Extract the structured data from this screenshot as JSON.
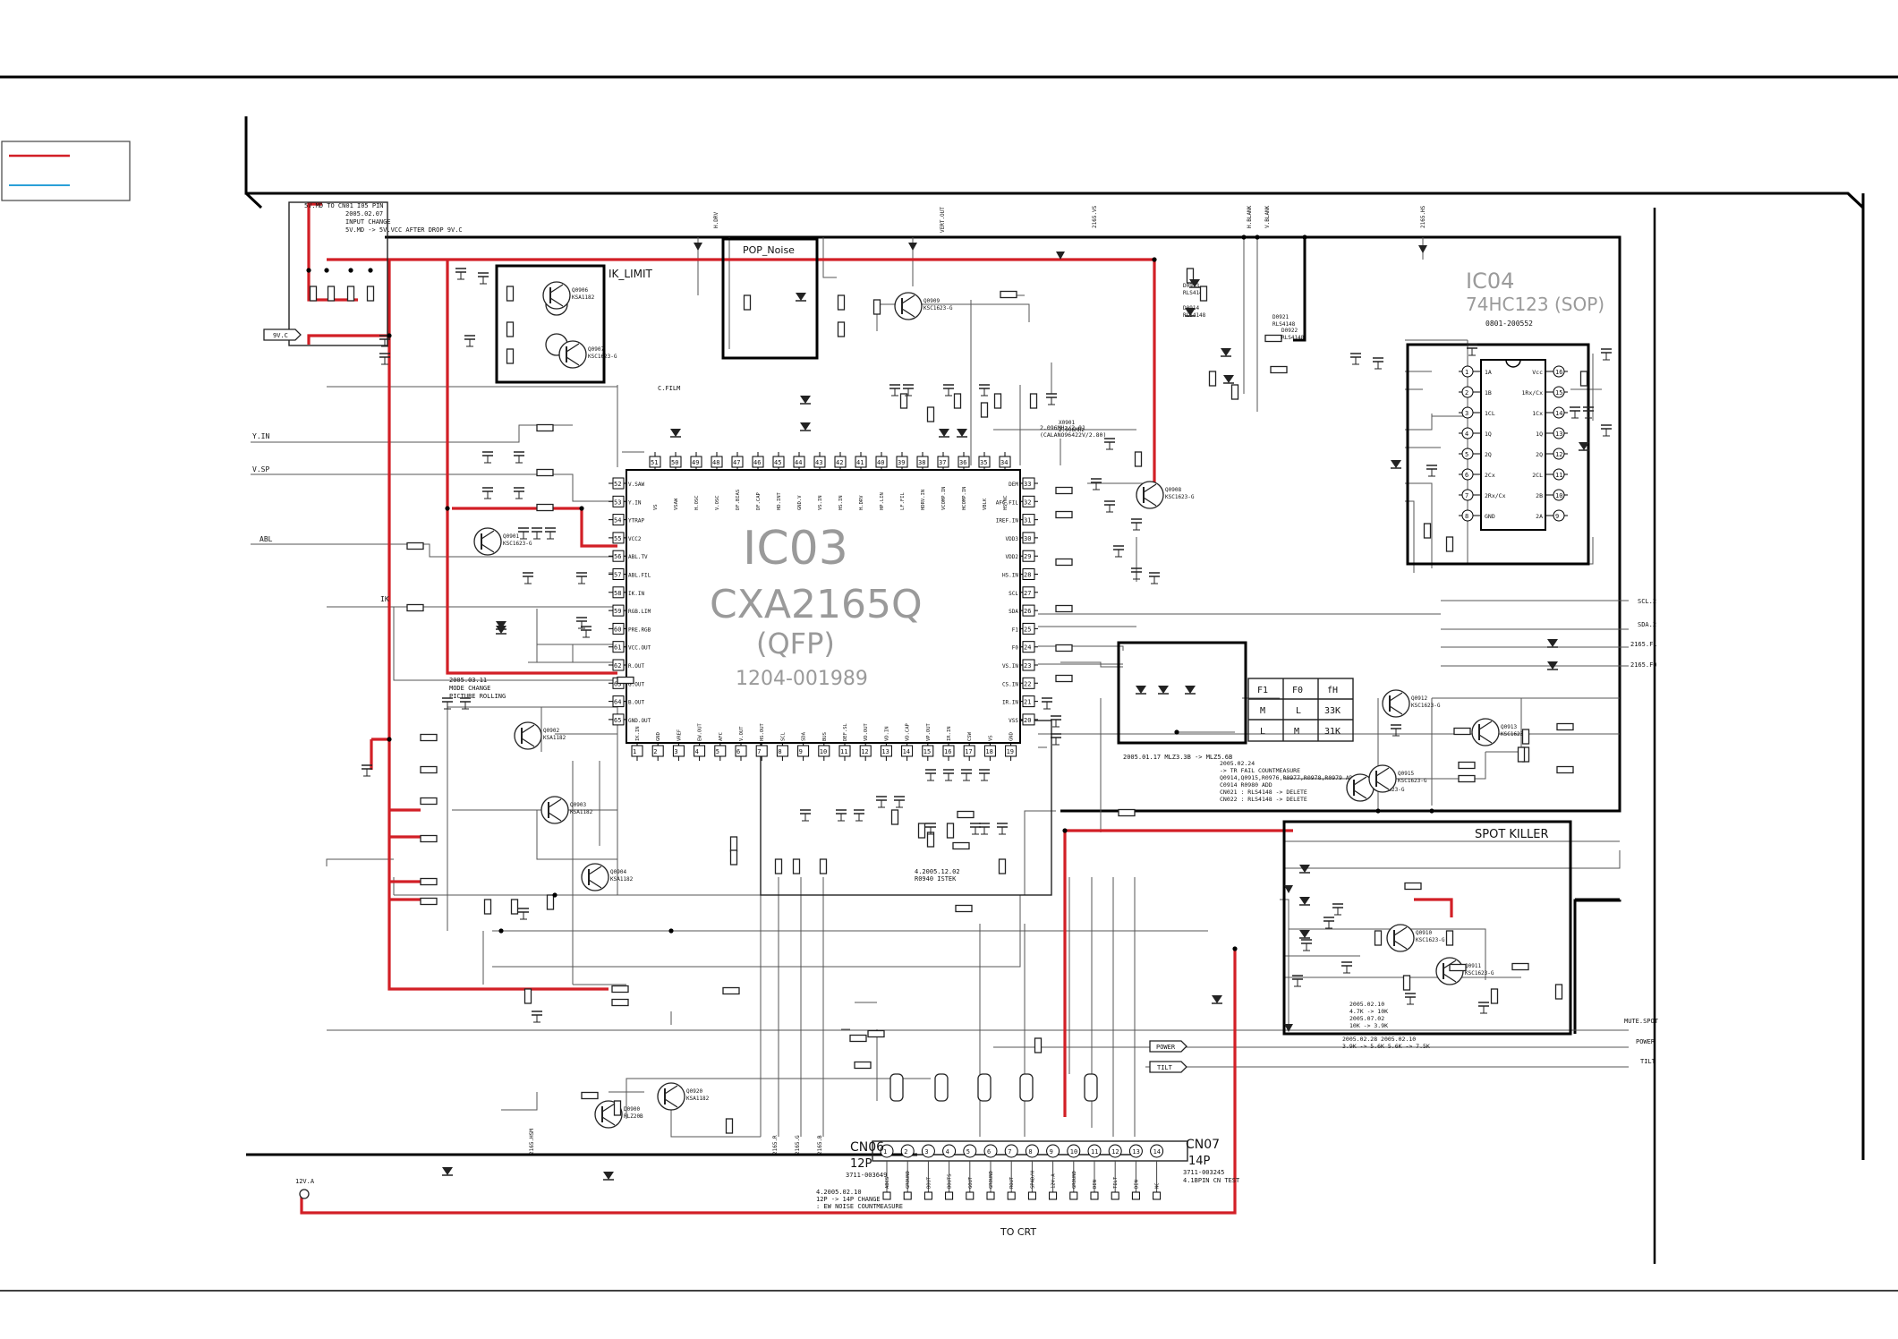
{
  "legend": {
    "red_color": "#d21f26",
    "blue_color": "#2aa0d8"
  },
  "ic03": {
    "name": "IC03",
    "part": "CXA2165Q",
    "package": "(QFP)",
    "code": "1204-001989",
    "left_pins": [
      {
        "n": "52",
        "label": "V.SAW"
      },
      {
        "n": "53",
        "label": "Y.IN"
      },
      {
        "n": "54",
        "label": "YTRAP"
      },
      {
        "n": "55",
        "label": "VCC2"
      },
      {
        "n": "56",
        "label": "ABL.TV"
      },
      {
        "n": "57",
        "label": "ABL.FIL"
      },
      {
        "n": "58",
        "label": "IK.IN"
      },
      {
        "n": "59",
        "label": "RGB.LIM"
      },
      {
        "n": "60",
        "label": "PRE.RGB"
      },
      {
        "n": "61",
        "label": "VCC.OUT"
      },
      {
        "n": "62",
        "label": "R.OUT"
      },
      {
        "n": "63",
        "label": "G.OUT"
      },
      {
        "n": "64",
        "label": "B.OUT"
      },
      {
        "n": "65",
        "label": "GND.OUT"
      }
    ],
    "right_pins": [
      {
        "n": "33",
        "label": "DEM"
      },
      {
        "n": "32",
        "label": "AFC.FIL"
      },
      {
        "n": "31",
        "label": "IREF.IN"
      },
      {
        "n": "30",
        "label": "VDD3"
      },
      {
        "n": "29",
        "label": "VDD2"
      },
      {
        "n": "28",
        "label": "HS.IN"
      },
      {
        "n": "27",
        "label": "SCL"
      },
      {
        "n": "26",
        "label": "SDA"
      },
      {
        "n": "25",
        "label": "F1"
      },
      {
        "n": "24",
        "label": "F0"
      },
      {
        "n": "23",
        "label": "VS.IN"
      },
      {
        "n": "22",
        "label": "CS.IN"
      },
      {
        "n": "21",
        "label": "IR.IN"
      },
      {
        "n": "20",
        "label": "VSS"
      }
    ],
    "top_pins": [
      "51",
      "50",
      "49",
      "48",
      "47",
      "46",
      "45",
      "44",
      "43",
      "42",
      "41",
      "40",
      "39",
      "38",
      "37",
      "36",
      "35",
      "34"
    ],
    "top_labels": [
      "VS",
      "VSAW",
      "H.OSC",
      "V.OSC",
      "DF.BIAS",
      "DF.CAP",
      "HD.INT",
      "GND.V",
      "VS.IN",
      "HS.IN",
      "H.DRV",
      "HP.LIN",
      "LF.FIL",
      "HDRV.IN",
      "VCOMP.IN",
      "HCOMP.IN",
      "VBLK",
      "HSYNC"
    ],
    "bottom_pins": [
      "1",
      "2",
      "3",
      "4",
      "5",
      "6",
      "7",
      "8",
      "9",
      "10",
      "11",
      "12",
      "13",
      "14",
      "15",
      "16",
      "17",
      "18",
      "19"
    ],
    "bottom_labels": [
      "IK.IN",
      "GND",
      "VREF",
      "EW.OUT",
      "AFC",
      "V.OUT",
      "HS.OUT",
      "SCL",
      "SDA",
      "BUS",
      "DEF.SL",
      "VD.OUT",
      "VD.IN",
      "VD.CAP",
      "VP.OUT",
      "IR.IN",
      "CSW",
      "VS",
      "GND"
    ]
  },
  "ic04": {
    "name": "IC04",
    "part": "74HC123 (SOP)",
    "code": "0801-200552",
    "left_pins": [
      {
        "n": "1",
        "label": "1A"
      },
      {
        "n": "2",
        "label": "1B"
      },
      {
        "n": "3",
        "label": "1CL"
      },
      {
        "n": "4",
        "label": "1Q"
      },
      {
        "n": "5",
        "label": "2Q"
      },
      {
        "n": "6",
        "label": "2Cx"
      },
      {
        "n": "7",
        "label": "2Rx/Cx"
      },
      {
        "n": "8",
        "label": "GND"
      }
    ],
    "right_pins": [
      {
        "n": "16",
        "label": "Vcc"
      },
      {
        "n": "15",
        "label": "1Rx/Cx"
      },
      {
        "n": "14",
        "label": "1Cx"
      },
      {
        "n": "13",
        "label": "1Q"
      },
      {
        "n": "12",
        "label": "2Q"
      },
      {
        "n": "11",
        "label": "2CL"
      },
      {
        "n": "10",
        "label": "2B"
      },
      {
        "n": "9",
        "label": "2A"
      }
    ]
  },
  "blocks": {
    "ik_limit": "IK_LIMIT",
    "pop_noise": "POP_Noise",
    "spot_killer": "SPOT KILLER",
    "to_crt": "TO CRT"
  },
  "connectors": {
    "cn06": {
      "name": "CN06",
      "pins": "12P",
      "code": "3711-003649"
    },
    "cn07": {
      "name": "CN07",
      "pins": "14P",
      "code": "3711-003245"
    },
    "pin_labels": [
      "ABCS",
      "GROUND",
      "BOUT",
      "BOUTS",
      "GOUT",
      "GROUND",
      "ROUT",
      "SPAD/H",
      "12V.A",
      "GROUND",
      "DIN",
      "TILT",
      "DIN",
      "NC"
    ],
    "note_cn07": "4.1BPIN CN TEST",
    "note_date": "4.2005.02.10",
    "note_change1": "12P -> 14P CHANGE",
    "note_change2": ": EW NOISE COUNTMEASURE"
  },
  "table_f": {
    "header": [
      "F1",
      "F0",
      "fH"
    ],
    "rows": [
      [
        "M",
        "L",
        "33K"
      ],
      [
        "L",
        "M",
        "31K"
      ]
    ]
  },
  "signals_left": {
    "y_in": "Y.IN",
    "v_sp": "V.SP",
    "abl": "ABL",
    "ik": "IK",
    "v9c": "9V.C",
    "v12a": "12V.A"
  },
  "signals_right": {
    "scl": "SCL.2",
    "sda": "SDA.2",
    "f1": "2165.F1",
    "f0": "2165.F0",
    "mute": "MUTE.SPOT",
    "power": "POWER",
    "tilt": "TILT",
    "power_tag": "POWER",
    "tilt_tag": "TILT"
  },
  "signals_top": [
    "H.DRV",
    "VERT.OUT",
    "2165.VS",
    "H.BLANK",
    "V.BLANK",
    "2165.HS"
  ],
  "signals_bottom": [
    "2165.HSM",
    "2165.R",
    "2165.G",
    "2165.B"
  ],
  "notes": {
    "input_change1": "2005.02.07",
    "input_change2": "INPUT CHANGE",
    "input_change3": "5V.MD -> 5V.VCC AFTER DROP 9V.C",
    "input_tag": "5V.MD  TO CN01 I05 PIN",
    "mode_change1": "2005.03.11",
    "mode_change2": "MODE CHANGE",
    "mode_change3": "PICTURE ROLLING",
    "cf_note": "C.FILM",
    "mlz_note": "2005.01.17  MLZ3.3B -> MLZ5.6B",
    "tr_note1": "2005.02.24",
    "tr_note2": "-> TR FAIL COUNTMEASURE",
    "tr_note3": "Q0914,Q0915,R0976,R0977,R0978,R0979 ADD",
    "tr_note4": "C0914 R0980 ADD",
    "tr_note5": "CN021 : RLS4148 -> DELETE",
    "tr_note6": "CN022 : RLS4148 -> DELETE",
    "r0940_note1": "4.2005.12.02",
    "r0940_note2": "R0940 ISTEK",
    "spot_note1": "2005.02.10",
    "spot_note2": "4.7K -> 10K",
    "spot_note3": "2005.07.02",
    "spot_note4": "10K -> 3.9K",
    "spot_note5": "2005.02.28  2005.02.10",
    "spot_note6": "3.9K -> 5.6K  5.6K -> 7.5K",
    "xtal_note1": "2.096MHz/2.01",
    "xtal_note2": "(CALANO96422V/2.80)"
  },
  "parts": [
    {
      "ref": "Q0907",
      "val": "KSC1623-G"
    },
    {
      "ref": "Q0906",
      "val": "KSA1182"
    },
    {
      "ref": "Q0908",
      "val": "KSC1623-G"
    },
    {
      "ref": "Q0909",
      "val": "KSC1623-G"
    },
    {
      "ref": "Q0901",
      "val": "KSC1623-G"
    },
    {
      "ref": "Q0902",
      "val": "KSA1182"
    },
    {
      "ref": "Q0903",
      "val": "KSA1182"
    },
    {
      "ref": "Q0904",
      "val": "KSA1182"
    },
    {
      "ref": "Q0910",
      "val": "KSC1623-G"
    },
    {
      "ref": "Q0911",
      "val": "KSC1623-G"
    },
    {
      "ref": "Q0912",
      "val": "KSC1623-G"
    },
    {
      "ref": "Q0913",
      "val": "KSC1623-G"
    },
    {
      "ref": "Q0914",
      "val": "KSC1623-G"
    },
    {
      "ref": "Q0915",
      "val": "KSC1623-G"
    },
    {
      "ref": "Q0920",
      "val": "KSA1182"
    },
    {
      "ref": "D0900",
      "val": "RLZ20B"
    },
    {
      "ref": "D0913",
      "val": "RLS4148"
    },
    {
      "ref": "D0914",
      "val": "RLS4148"
    },
    {
      "ref": "D0921",
      "val": "RLS4148"
    },
    {
      "ref": "D0922",
      "val": "RLS4148"
    },
    {
      "ref": "X0901",
      "val": "2.096MHz"
    }
  ]
}
